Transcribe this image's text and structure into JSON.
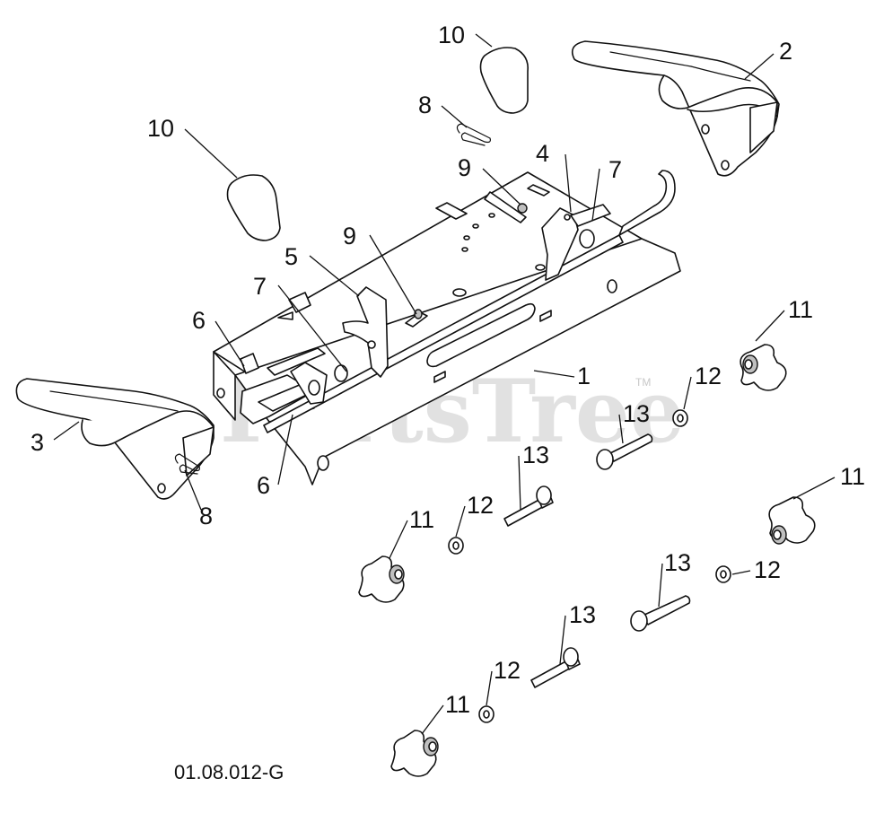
{
  "watermark": {
    "text": "PartsTree",
    "trademark": "TM"
  },
  "diagram_id": "01.08.012-G",
  "callouts": [
    "1",
    "2",
    "3",
    "4",
    "5",
    "6",
    "6",
    "7",
    "7",
    "8",
    "8",
    "9",
    "9",
    "10",
    "10",
    "11",
    "11",
    "11",
    "11",
    "12",
    "12",
    "12",
    "12",
    "13",
    "13",
    "13",
    "13"
  ]
}
